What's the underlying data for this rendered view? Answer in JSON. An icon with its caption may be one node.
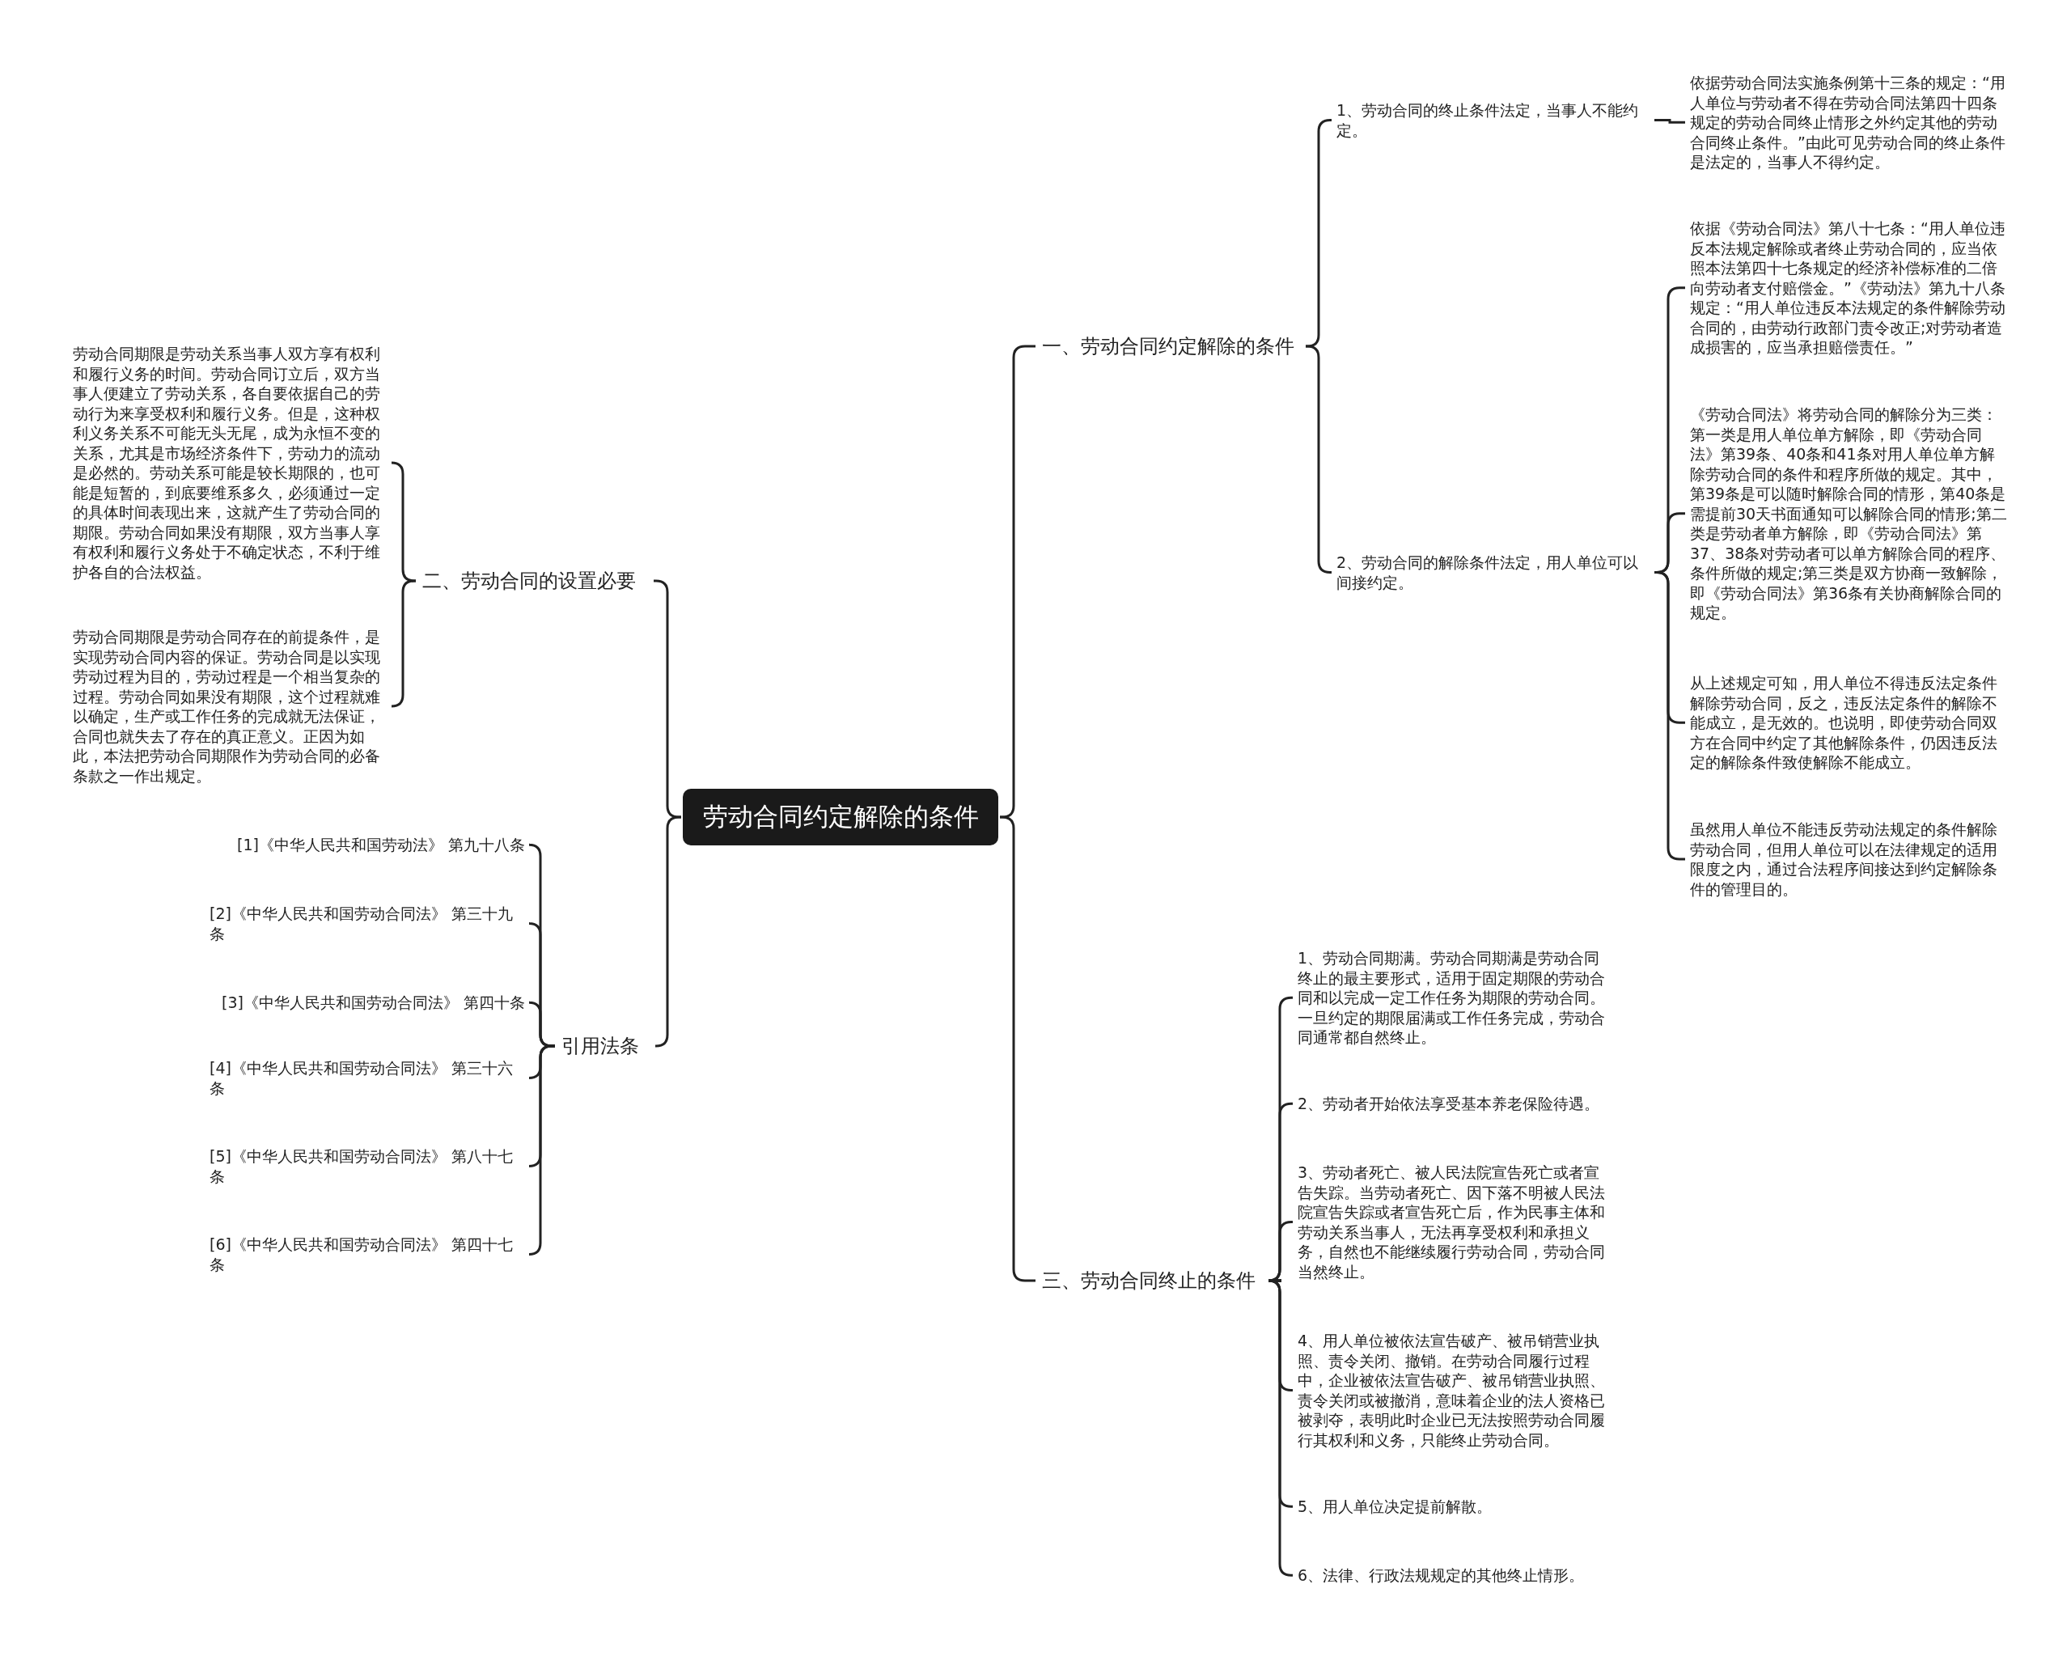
{
  "diagram": {
    "nodes": [
      {
        "text": [
          "劳动合同约定解除的条件"
        ]
      },
      {
        "text": [
          "一、劳动合同约定解除的条件"
        ]
      },
      {
        "text": [
          "1、劳动合同的终止条件法定，当事人不能约定。"
        ]
      },
      {
        "text": [
          "依据劳动合同法实施条例第十三条的规定：“用人单位与劳动者不得在劳动合同法第四十四条规定的劳动合同终止情形之外约定其他的劳动合同终止条件。”由此可见劳动合同的终止条件是法定的，当事人不得约定。"
        ]
      },
      {
        "text": [
          "2、劳动合同的解除条件法定，用人单位可以间接约定。"
        ]
      },
      {
        "text": [
          "依据《劳动合同法》第八十七条：“用人单位违反本法规定解除或者终止劳动合同的，应当依照本法第四十七条规定的经济补偿标准的二倍向劳动者支付赔偿金。”《劳动法》第九十八条规定：“用人单位违反本法规定的条件解除劳动合同的，由劳动行政部门责令改正;对劳动者造成损害的，应当承担赔偿责任。”"
        ]
      },
      {
        "text": [
          "《劳动合同法》将劳动合同的解除分为三类：第一类是用人单位单方解除，即《劳动合同法》第39条、40条和41条对用人单位单方解除劳动合同的条件和程序所做的规定。其中，第39条是可以随时解除合同的情形，第40条是需提前30天书面通知可以解除合同的情形;第二类是劳动者单方解除，即《劳动合同法》第37、38条对劳动者可以单方解除合同的程序、条件所做的规定;第三类是双方协商一致解除，即《劳动合同法》第36条有关协商解除合同的规定。"
        ]
      },
      {
        "text": [
          "从上述规定可知，用人单位不得违反法定条件解除劳动合同，反之，违反法定条件的解除不能成立，是无效的。也说明，即使劳动合同双方在合同中约定了其他解除条件，仍因违反法定的解除条件致使解除不能成立。"
        ]
      },
      {
        "text": [
          "虽然用人单位不能违反劳动法规定的条件解除劳动合同，但用人单位可以在法律规定的适用限度之内，通过合法程序间接达到约定解除条件的管理目的。"
        ]
      },
      {
        "text": [
          "二、劳动合同的设置必要"
        ]
      },
      {
        "text": [
          "劳动合同期限是劳动关系当事人双方享有权利和履行义务的时间。劳动合同订立后，双方当事人便建立了劳动关系，各自要依据自己的劳动行为来享受权利和履行义务。但是，这种权利义务关系不可能无头无尾，成为永恒不变的关系，尤其是市场经济条件下，劳动力的流动是必然的。劳动关系可能是较长期限的，也可能是短暂的，到底要维系多久，必须通过一定的具体时间表现出来，这就产生了劳动合同的期限。劳动合同如果没有期限，双方当事人享有权利和履行义务处于不确定状态，不利于维护各自的合法权益。"
        ]
      },
      {
        "text": [
          "劳动合同期限是劳动合同存在的前提条件，是实现劳动合同内容的保证。劳动合同是以实现劳动过程为目的，劳动过程是一个相当复杂的过程。劳动合同如果没有期限，这个过程就难以确定，生产或工作任务的完成就无法保证，合同也就失去了存在的真正意义。正因为如此，本法把劳动合同期限作为劳动合同的必备条款之一作出规定。"
        ]
      },
      {
        "text": [
          "引用法条"
        ]
      },
      {
        "text": [
          "[1]《中华人民共和国劳动法》 第九十八条"
        ]
      },
      {
        "text": [
          "[2]《中华人民共和国劳动合同法》 第三十九条"
        ]
      },
      {
        "text": [
          "[3]《中华人民共和国劳动合同法》 第四十条"
        ]
      },
      {
        "text": [
          "[4]《中华人民共和国劳动合同法》 第三十六条"
        ]
      },
      {
        "text": [
          "[5]《中华人民共和国劳动合同法》 第八十七条"
        ]
      },
      {
        "text": [
          "[6]《中华人民共和国劳动合同法》 第四十七条"
        ]
      },
      {
        "text": [
          "三、劳动合同终止的条件"
        ]
      },
      {
        "text": [
          "1、劳动合同期满。劳动合同期满是劳动合同终止的最主要形式，适用于固定期限的劳动合同和以完成一定工作任务为期限的劳动合同。一旦约定的期限届满或工作任务完成，劳动合同通常都自然终止。"
        ]
      },
      {
        "text": [
          "2、劳动者开始依法享受基本养老保险待遇。"
        ]
      },
      {
        "text": [
          "3、劳动者死亡、被人民法院宣告死亡或者宣告失踪。当劳动者死亡、因下落不明被人民法院宣告失踪或者宣告死亡后，作为民事主体和劳动关系当事人，无法再享受权利和承担义务，自然也不能继续履行劳动合同，劳动合同当然终止。"
        ]
      },
      {
        "text": [
          "4、用人单位被依法宣告破产、被吊销营业执照、责令关闭、撤销。在劳动合同履行过程中，企业被依法宣告破产、被吊销营业执照、责令关闭或被撤消，意味着企业的法人资格已被剥夺，表明此时企业已无法按照劳动合同履行其权利和义务，只能终止劳动合同。"
        ]
      },
      {
        "text": [
          "5、用人单位决定提前解散。"
        ]
      },
      {
        "text": [
          "6、法律、行政法规规定的其他终止情形。"
        ]
      }
    ],
    "edges": [
      {
        "from": 0,
        "to": 1,
        "arrow": "none"
      },
      {
        "from": 1,
        "to": 2,
        "arrow": "none"
      },
      {
        "from": 2,
        "to": 3,
        "arrow": "none"
      },
      {
        "from": 1,
        "to": 4,
        "arrow": "none"
      },
      {
        "from": 4,
        "to": 5,
        "arrow": "none"
      },
      {
        "from": 4,
        "to": 6,
        "arrow": "none"
      },
      {
        "from": 4,
        "to": 7,
        "arrow": "none"
      },
      {
        "from": 4,
        "to": 8,
        "arrow": "none"
      },
      {
        "from": 0,
        "to": 9,
        "arrow": "none"
      },
      {
        "from": 9,
        "to": 10,
        "arrow": "none"
      },
      {
        "from": 9,
        "to": 11,
        "arrow": "none"
      },
      {
        "from": 0,
        "to": 12,
        "arrow": "none"
      },
      {
        "from": 12,
        "to": 13,
        "arrow": "none"
      },
      {
        "from": 12,
        "to": 14,
        "arrow": "none"
      },
      {
        "from": 12,
        "to": 15,
        "arrow": "none"
      },
      {
        "from": 12,
        "to": 16,
        "arrow": "none"
      },
      {
        "from": 12,
        "to": 17,
        "arrow": "none"
      },
      {
        "from": 12,
        "to": 18,
        "arrow": "none"
      },
      {
        "from": 0,
        "to": 19,
        "arrow": "none"
      },
      {
        "from": 19,
        "to": 20,
        "arrow": "none"
      },
      {
        "from": 19,
        "to": 21,
        "arrow": "none"
      },
      {
        "from": 19,
        "to": 22,
        "arrow": "none"
      },
      {
        "from": 19,
        "to": 23,
        "arrow": "none"
      },
      {
        "from": 19,
        "to": 24,
        "arrow": "none"
      },
      {
        "from": 19,
        "to": 25,
        "arrow": "none"
      }
    ]
  }
}
